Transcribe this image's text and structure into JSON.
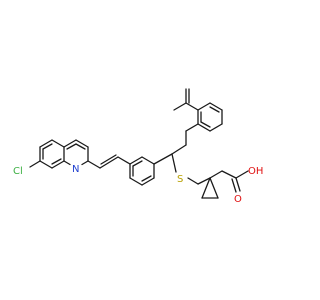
{
  "molecule": {
    "atom_labels": {
      "chlorine": "Cl",
      "nitrogen": "N",
      "sulfur": "S",
      "oxygen_carbonyl": "O",
      "hydroxyl": "OH"
    },
    "colors": {
      "carbon_bond": "#1a1a1a",
      "chlorine": "#3cb043",
      "nitrogen": "#2040d0",
      "sulfur": "#b8a000",
      "oxygen": "#e01010"
    }
  }
}
